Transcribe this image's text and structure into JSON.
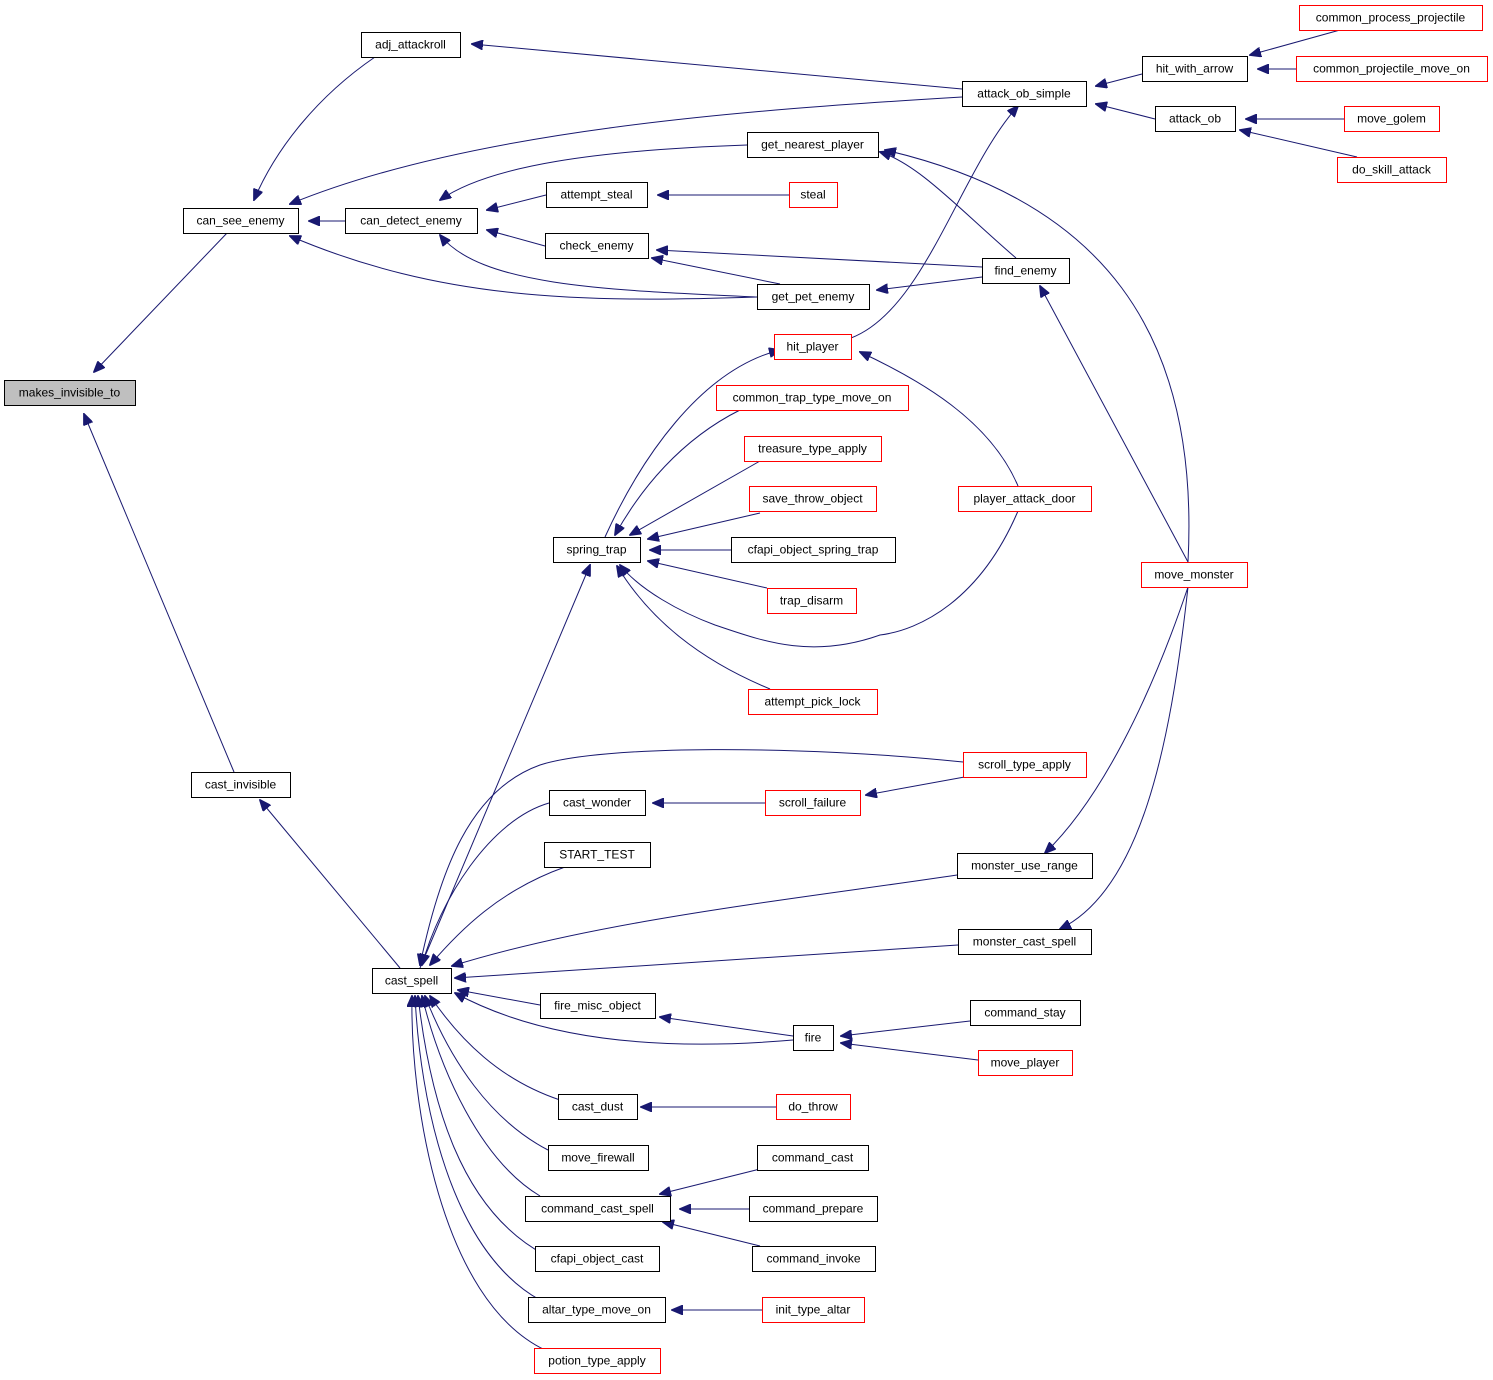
{
  "graph": {
    "title": "makes_invisible_to caller graph",
    "colors": {
      "edge": "#191970",
      "border_normal": "#000000",
      "border_truncated": "#ff0000",
      "fill_normal": "#ffffff",
      "fill_focus": "#bfbfbf",
      "text": "#000000"
    },
    "nodes": [
      {
        "id": "makes_invisible_to",
        "label": "makes_invisible_to",
        "style": "focus"
      },
      {
        "id": "can_see_enemy",
        "label": "can_see_enemy",
        "style": "normal"
      },
      {
        "id": "cast_invisible",
        "label": "cast_invisible",
        "style": "normal"
      },
      {
        "id": "adj_attackroll",
        "label": "adj_attackroll",
        "style": "normal"
      },
      {
        "id": "can_detect_enemy",
        "label": "can_detect_enemy",
        "style": "normal"
      },
      {
        "id": "attack_ob_simple",
        "label": "attack_ob_simple",
        "style": "normal"
      },
      {
        "id": "hit_with_arrow",
        "label": "hit_with_arrow",
        "style": "normal"
      },
      {
        "id": "common_process_projectile",
        "label": "common_process_projectile",
        "style": "truncated"
      },
      {
        "id": "common_projectile_move_on",
        "label": "common_projectile_move_on",
        "style": "truncated"
      },
      {
        "id": "attack_ob",
        "label": "attack_ob",
        "style": "normal"
      },
      {
        "id": "move_golem",
        "label": "move_golem",
        "style": "truncated"
      },
      {
        "id": "do_skill_attack",
        "label": "do_skill_attack",
        "style": "truncated"
      },
      {
        "id": "get_nearest_player",
        "label": "get_nearest_player",
        "style": "normal"
      },
      {
        "id": "attempt_steal",
        "label": "attempt_steal",
        "style": "normal"
      },
      {
        "id": "steal",
        "label": "steal",
        "style": "truncated"
      },
      {
        "id": "check_enemy",
        "label": "check_enemy",
        "style": "normal"
      },
      {
        "id": "find_enemy",
        "label": "find_enemy",
        "style": "normal"
      },
      {
        "id": "get_pet_enemy",
        "label": "get_pet_enemy",
        "style": "normal"
      },
      {
        "id": "hit_player",
        "label": "hit_player",
        "style": "truncated"
      },
      {
        "id": "common_trap_type_move_on",
        "label": "common_trap_type_move_on",
        "style": "truncated"
      },
      {
        "id": "treasure_type_apply",
        "label": "treasure_type_apply",
        "style": "truncated"
      },
      {
        "id": "save_throw_object",
        "label": "save_throw_object",
        "style": "truncated"
      },
      {
        "id": "player_attack_door",
        "label": "player_attack_door",
        "style": "truncated"
      },
      {
        "id": "spring_trap",
        "label": "spring_trap",
        "style": "normal"
      },
      {
        "id": "cfapi_object_spring_trap",
        "label": "cfapi_object_spring_trap",
        "style": "normal"
      },
      {
        "id": "move_monster",
        "label": "move_monster",
        "style": "truncated"
      },
      {
        "id": "trap_disarm",
        "label": "trap_disarm",
        "style": "truncated"
      },
      {
        "id": "attempt_pick_lock",
        "label": "attempt_pick_lock",
        "style": "truncated"
      },
      {
        "id": "scroll_type_apply",
        "label": "scroll_type_apply",
        "style": "truncated"
      },
      {
        "id": "cast_wonder",
        "label": "cast_wonder",
        "style": "normal"
      },
      {
        "id": "scroll_failure",
        "label": "scroll_failure",
        "style": "truncated"
      },
      {
        "id": "START_TEST",
        "label": "START_TEST",
        "style": "normal"
      },
      {
        "id": "monster_use_range",
        "label": "monster_use_range",
        "style": "normal"
      },
      {
        "id": "monster_cast_spell",
        "label": "monster_cast_spell",
        "style": "normal"
      },
      {
        "id": "cast_spell",
        "label": "cast_spell",
        "style": "normal"
      },
      {
        "id": "fire_misc_object",
        "label": "fire_misc_object",
        "style": "normal"
      },
      {
        "id": "command_stay",
        "label": "command_stay",
        "style": "normal"
      },
      {
        "id": "fire",
        "label": "fire",
        "style": "normal"
      },
      {
        "id": "move_player",
        "label": "move_player",
        "style": "truncated"
      },
      {
        "id": "cast_dust",
        "label": "cast_dust",
        "style": "normal"
      },
      {
        "id": "do_throw",
        "label": "do_throw",
        "style": "truncated"
      },
      {
        "id": "move_firewall",
        "label": "move_firewall",
        "style": "normal"
      },
      {
        "id": "command_cast",
        "label": "command_cast",
        "style": "normal"
      },
      {
        "id": "command_cast_spell",
        "label": "command_cast_spell",
        "style": "normal"
      },
      {
        "id": "command_prepare",
        "label": "command_prepare",
        "style": "normal"
      },
      {
        "id": "cfapi_object_cast",
        "label": "cfapi_object_cast",
        "style": "normal"
      },
      {
        "id": "command_invoke",
        "label": "command_invoke",
        "style": "normal"
      },
      {
        "id": "altar_type_move_on",
        "label": "altar_type_move_on",
        "style": "normal"
      },
      {
        "id": "init_type_altar",
        "label": "init_type_altar",
        "style": "truncated"
      },
      {
        "id": "potion_type_apply",
        "label": "potion_type_apply",
        "style": "truncated"
      }
    ],
    "edges": [
      {
        "from": "can_see_enemy",
        "to": "makes_invisible_to"
      },
      {
        "from": "cast_invisible",
        "to": "makes_invisible_to"
      },
      {
        "from": "adj_attackroll",
        "to": "can_see_enemy"
      },
      {
        "from": "attack_ob_simple",
        "to": "can_see_enemy"
      },
      {
        "from": "can_detect_enemy",
        "to": "can_see_enemy"
      },
      {
        "from": "get_pet_enemy",
        "to": "can_see_enemy"
      },
      {
        "from": "attack_ob_simple",
        "to": "adj_attackroll"
      },
      {
        "from": "hit_with_arrow",
        "to": "attack_ob_simple"
      },
      {
        "from": "attack_ob",
        "to": "attack_ob_simple"
      },
      {
        "from": "hit_player",
        "to": "attack_ob_simple"
      },
      {
        "from": "common_process_projectile",
        "to": "hit_with_arrow"
      },
      {
        "from": "common_projectile_move_on",
        "to": "hit_with_arrow"
      },
      {
        "from": "move_golem",
        "to": "attack_ob"
      },
      {
        "from": "do_skill_attack",
        "to": "attack_ob"
      },
      {
        "from": "get_nearest_player",
        "to": "can_detect_enemy"
      },
      {
        "from": "attempt_steal",
        "to": "can_detect_enemy"
      },
      {
        "from": "check_enemy",
        "to": "can_detect_enemy"
      },
      {
        "from": "get_pet_enemy",
        "to": "can_detect_enemy"
      },
      {
        "from": "steal",
        "to": "attempt_steal"
      },
      {
        "from": "find_enemy",
        "to": "get_nearest_player"
      },
      {
        "from": "move_monster",
        "to": "get_nearest_player"
      },
      {
        "from": "find_enemy",
        "to": "check_enemy"
      },
      {
        "from": "get_pet_enemy",
        "to": "check_enemy"
      },
      {
        "from": "find_enemy",
        "to": "get_pet_enemy"
      },
      {
        "from": "move_monster",
        "to": "find_enemy"
      },
      {
        "from": "player_attack_door",
        "to": "hit_player"
      },
      {
        "from": "spring_trap",
        "to": "hit_player"
      },
      {
        "from": "common_trap_type_move_on",
        "to": "spring_trap"
      },
      {
        "from": "treasure_type_apply",
        "to": "spring_trap"
      },
      {
        "from": "save_throw_object",
        "to": "spring_trap"
      },
      {
        "from": "cfapi_object_spring_trap",
        "to": "spring_trap"
      },
      {
        "from": "trap_disarm",
        "to": "spring_trap"
      },
      {
        "from": "player_attack_door",
        "to": "spring_trap"
      },
      {
        "from": "attempt_pick_lock",
        "to": "spring_trap"
      },
      {
        "from": "cast_spell",
        "to": "spring_trap"
      },
      {
        "from": "cast_spell",
        "to": "cast_invisible"
      },
      {
        "from": "scroll_type_apply",
        "to": "cast_spell"
      },
      {
        "from": "cast_wonder",
        "to": "cast_spell"
      },
      {
        "from": "START_TEST",
        "to": "cast_spell"
      },
      {
        "from": "monster_use_range",
        "to": "cast_spell"
      },
      {
        "from": "monster_cast_spell",
        "to": "cast_spell"
      },
      {
        "from": "fire_misc_object",
        "to": "cast_spell"
      },
      {
        "from": "fire",
        "to": "cast_spell"
      },
      {
        "from": "cast_dust",
        "to": "cast_spell"
      },
      {
        "from": "move_firewall",
        "to": "cast_spell"
      },
      {
        "from": "command_cast_spell",
        "to": "cast_spell"
      },
      {
        "from": "cfapi_object_cast",
        "to": "cast_spell"
      },
      {
        "from": "altar_type_move_on",
        "to": "cast_spell"
      },
      {
        "from": "potion_type_apply",
        "to": "cast_spell"
      },
      {
        "from": "scroll_failure",
        "to": "cast_wonder"
      },
      {
        "from": "scroll_type_apply",
        "to": "scroll_failure"
      },
      {
        "from": "move_monster",
        "to": "monster_use_range"
      },
      {
        "from": "move_monster",
        "to": "monster_cast_spell"
      },
      {
        "from": "fire",
        "to": "fire_misc_object"
      },
      {
        "from": "command_stay",
        "to": "fire"
      },
      {
        "from": "move_player",
        "to": "fire"
      },
      {
        "from": "do_throw",
        "to": "cast_dust"
      },
      {
        "from": "command_cast",
        "to": "command_cast_spell"
      },
      {
        "from": "command_prepare",
        "to": "command_cast_spell"
      },
      {
        "from": "command_invoke",
        "to": "command_cast_spell"
      },
      {
        "from": "init_type_altar",
        "to": "altar_type_move_on"
      }
    ]
  }
}
